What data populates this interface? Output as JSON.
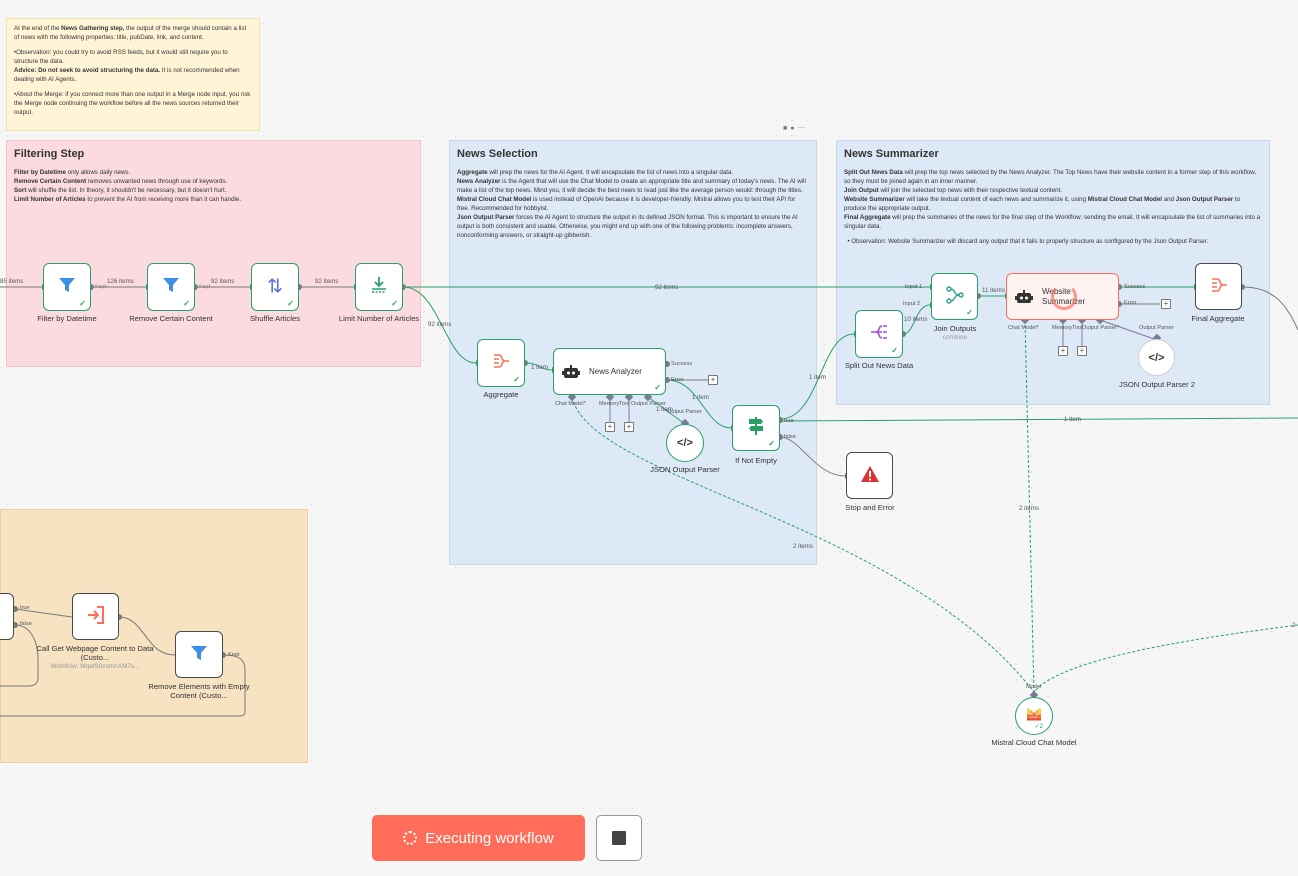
{
  "notes": {
    "top": {
      "line1_a": "At the end of the ",
      "line1_b": "News Gathering step,",
      "line1_c": " the output of the merge should contain a list of news with the following properties: title, pubDate, link, and content.",
      "obs": "•Observation: you could try to avoid RSS feeds, but it would still require you to structure the data.",
      "advice_b": "Advice: Do not seek to avoid structuring the data.",
      "advice_c": " It is not recommended when dealing with AI Agents.",
      "merge": "•About the Merge: if you connect more than one output in a Merge node input, you risk the Merge node continuing the workflow before all the news sources returned their output."
    },
    "filtering": {
      "title": "Filtering Step",
      "l1_b": "Filter by Datetime",
      "l1_c": " only allows daily news.",
      "l2_b": "Remove Certain Content",
      "l2_c": " removes unwanted news through use of keywords.",
      "l3_b": "Sort",
      "l3_c": " will shuffle the list. In theory, it shouldn't be necessary, but it doesn't hurt.",
      "l4_b": "Limit Number of Articles",
      "l4_c": " to prevent the AI from receiving more than it can handle."
    },
    "news_selection": {
      "title": "News Selection",
      "p1_b": "Aggregate",
      "p1_c": " will prep the news for the AI Agent. It will encapsulate the list of news into a singular data.",
      "p2_b": "News Analyzer",
      "p2_c": " is the Agent that will use the Chat Model to create an appropriate title and summary of today's news. The AI will make a list of the top news. Mind you, it will decide the best news to read just like the average person would: through the titles.",
      "p3_b": "Mistral Cloud Chat Model",
      "p3_c": " is used instead of OpenAI because it is developer-friendly. Mistral allows you to test their API for free. Recommended for hobbyist.",
      "p4_b": "Json Output Parser",
      "p4_c": " forces the AI Agent to structure the output in its defined JSON format. This is important to ensure the AI output is both consistent and usable. Otherwise, you might end up with one of the following problems: incomplete answers, nonconforming answers, or straight-up gibberish."
    },
    "news_summarizer": {
      "title": "News Summarizer",
      "p1_b": "Split Out News Data",
      "p1_c": " will prep the top news selected by the News Analyzer. The Top News have their website content in a former step of this workflow, so they must be joined again in an inner manner.",
      "p2_b": "Join Output",
      "p2_c": " will join the selected top news with their respective textual content.",
      "p3_b": "Website Summarizer",
      "p3_c": " will take the textual content of each news and summarize it, using ",
      "p3_d": "Mistral Cloud Chat Model",
      "p3_e": " and ",
      "p3_f": "Json Output Parser",
      "p3_g": " to produce the appropriate output.",
      "p4_b": "Final Aggregate",
      "p4_c": " will prep the summaries of the news for the final step of the Workflow: sending the email. It will encapsulate the list of summaries into a singular data.",
      "obs": "Observation: Website Summarizer will discard any output that it fails to properly structure as configured by the Json Output Parser."
    }
  },
  "nodes": {
    "filter_datetime": "Filter by Datetime",
    "remove_content": "Remove Certain Content",
    "shuffle": "Shuffle Articles",
    "limit": "Limit Number of Articles",
    "aggregate": "Aggregate",
    "news_analyzer": "News Analyzer",
    "json_parser": "JSON Output Parser",
    "if_not_empty": "If Not Empty",
    "stop_error": "Stop and Error",
    "split_out": "Split Out News Data",
    "join_outputs": "Join Outputs",
    "join_sub": "combine",
    "website_summarizer": "Website Summarizer",
    "json_parser_2": "JSON Output Parser 2",
    "final_aggregate": "Final Aggregate",
    "mistral": "Mistral Cloud Chat Model",
    "call_webpage": "Call Get Webpage Content to Data (Custo...",
    "call_webpage_sub": "Workflow: MqafS0zomnXM7s...",
    "remove_empty": "Remove Elements with Empty Content (Custo..."
  },
  "edges": {
    "e_85": "85 items",
    "e_126": "126 items",
    "e_92a": "92 items",
    "e_92b": "92 items",
    "e_92c": "92 items",
    "e_92d": "92 items",
    "e_1a": "1 item",
    "e_1b": "1 item",
    "e_1c": "1 item",
    "e_1d": "1 item",
    "e_1e": "1 item",
    "e_10": "10 items",
    "e_11": "11 items",
    "e_2a": "2 items",
    "e_2b": "2 items",
    "e_2c": "2",
    "kept": "Kept",
    "success": "Success",
    "error": "Error",
    "true": "true",
    "false": "false",
    "input1": "Input 1",
    "input2": "Input 2",
    "chat_model": "Chat Model*",
    "memory": "Memory",
    "tool": "Tool",
    "output_parser": "Output Parser",
    "output_parser_star": "Output Parser*",
    "model": "Model"
  },
  "toolbar": {
    "executing_label": "Executing workflow"
  },
  "colors": {
    "accent": "#ff6d5a",
    "success": "#28a067",
    "filter_blue": "#3d8fe6"
  }
}
